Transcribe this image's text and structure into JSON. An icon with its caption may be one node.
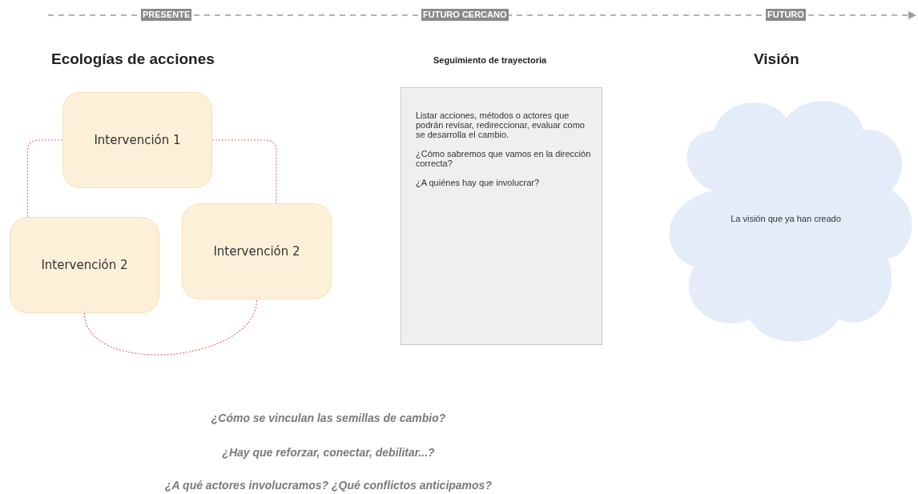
{
  "diagram": {
    "nodes": [
      {
        "text": [
          "Intervención 1"
        ]
      },
      {
        "text": [
          "Intervención 2"
        ]
      },
      {
        "text": [
          "Intervención 2"
        ]
      },
      {
        "text": [
          "Listar acciones, métodos o actores que podrán revisar, redireccionar, evaluar como se desarrolla el cambio.",
          "¿Cómo sabremos que vamos en la dirección correcta?",
          "¿A quiénes hay que involucrar?"
        ]
      },
      {
        "text": [
          "La visión que ya han creado"
        ]
      }
    ],
    "edges": [
      {
        "from": 0,
        "to": 1,
        "arrow": "none",
        "style": "dashed"
      },
      {
        "from": 0,
        "to": 2,
        "arrow": "none",
        "style": "dashed"
      },
      {
        "from": 1,
        "to": 2,
        "arrow": "none",
        "style": "dashed"
      }
    ],
    "labels": [
      "PRESENTE",
      "FUTURO CERCANO",
      "FUTURO",
      "Ecologías de acciones",
      "Seguimiento de trayectoria",
      "Visión",
      "¿Cómo se vinculan las semillas de cambio?",
      "¿Hay que reforzar, conectar, debilitar...?",
      "¿A qué actores involucramos? ¿Qué conflictos anticipamos?"
    ]
  }
}
